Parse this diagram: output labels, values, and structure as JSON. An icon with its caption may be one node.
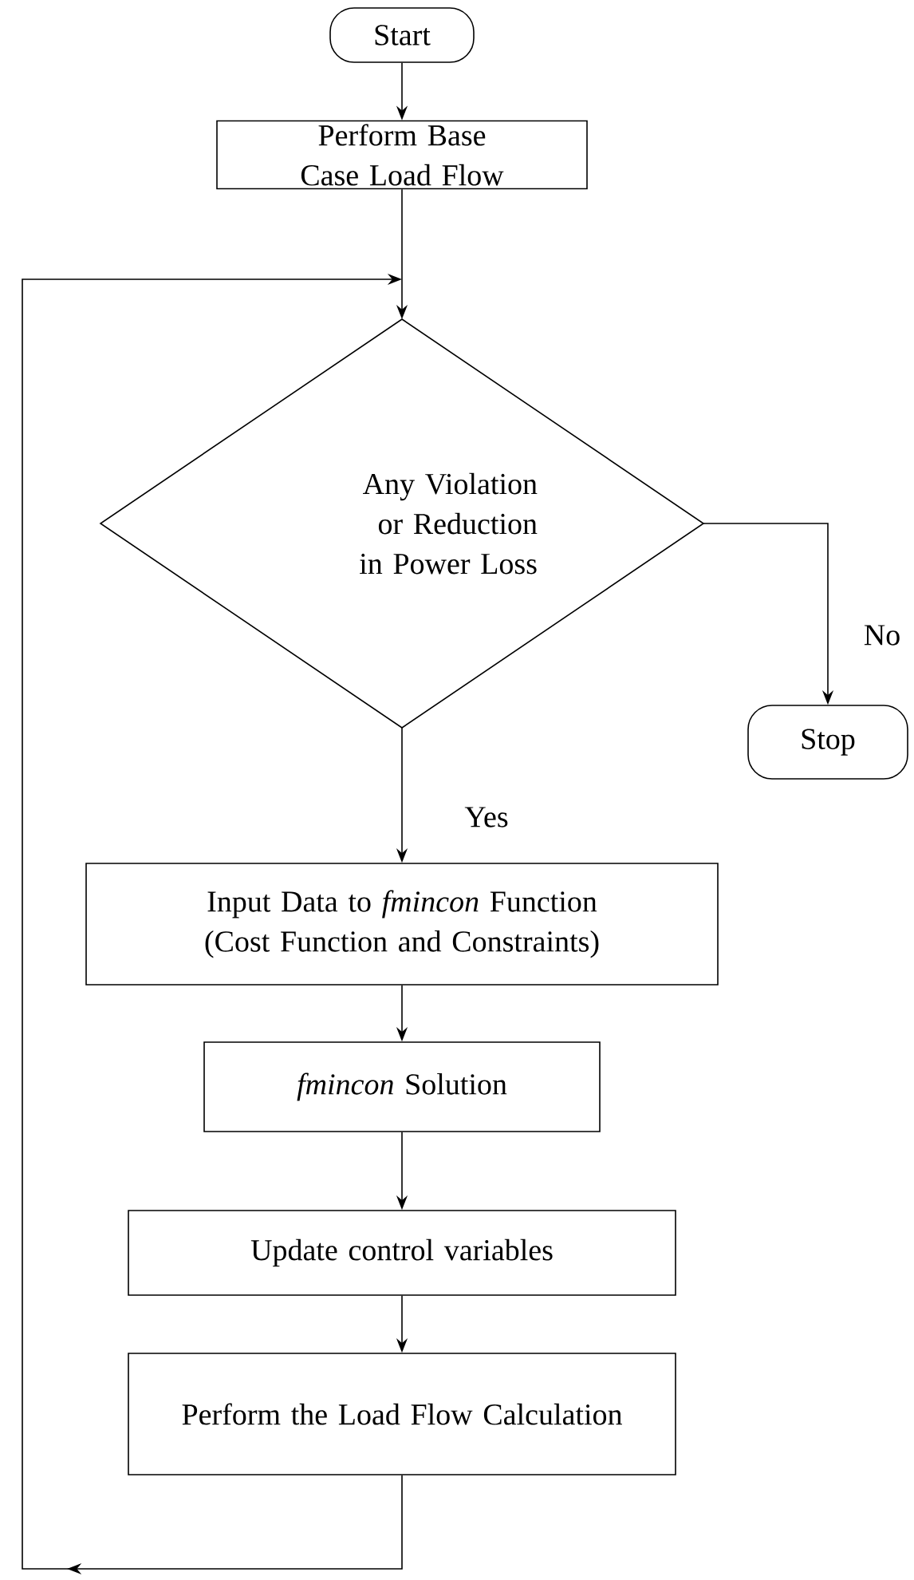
{
  "diagram": {
    "nodes": [
      {
        "text": [
          "Start"
        ]
      },
      {
        "text": [
          "Perform Base Case Load Flow"
        ]
      },
      {
        "text": [
          "Any Violation or Reduction in Power Loss"
        ]
      },
      {
        "text": [
          "Stop"
        ]
      },
      {
        "text": [
          "Input Data to *fmincon* Function (Cost Function and Constraints)"
        ]
      },
      {
        "text": [
          "*fmincon* Solution"
        ]
      },
      {
        "text": [
          "Update control variables"
        ]
      },
      {
        "text": [
          "Perform the Load Flow Calculation"
        ]
      }
    ],
    "edges": [
      {
        "from": 0,
        "to": 1,
        "arrow": "to"
      },
      {
        "from": 1,
        "to": 2,
        "arrow": "to"
      },
      {
        "from": 2,
        "to": 3,
        "arrow": "to",
        "label": "No"
      },
      {
        "from": 2,
        "to": 4,
        "arrow": "to",
        "label": "Yes"
      },
      {
        "from": 4,
        "to": 5,
        "arrow": "to"
      },
      {
        "from": 5,
        "to": 6,
        "arrow": "to"
      },
      {
        "from": 6,
        "to": 7,
        "arrow": "to"
      },
      {
        "from": 7,
        "to": 2,
        "arrow": "to"
      }
    ]
  }
}
